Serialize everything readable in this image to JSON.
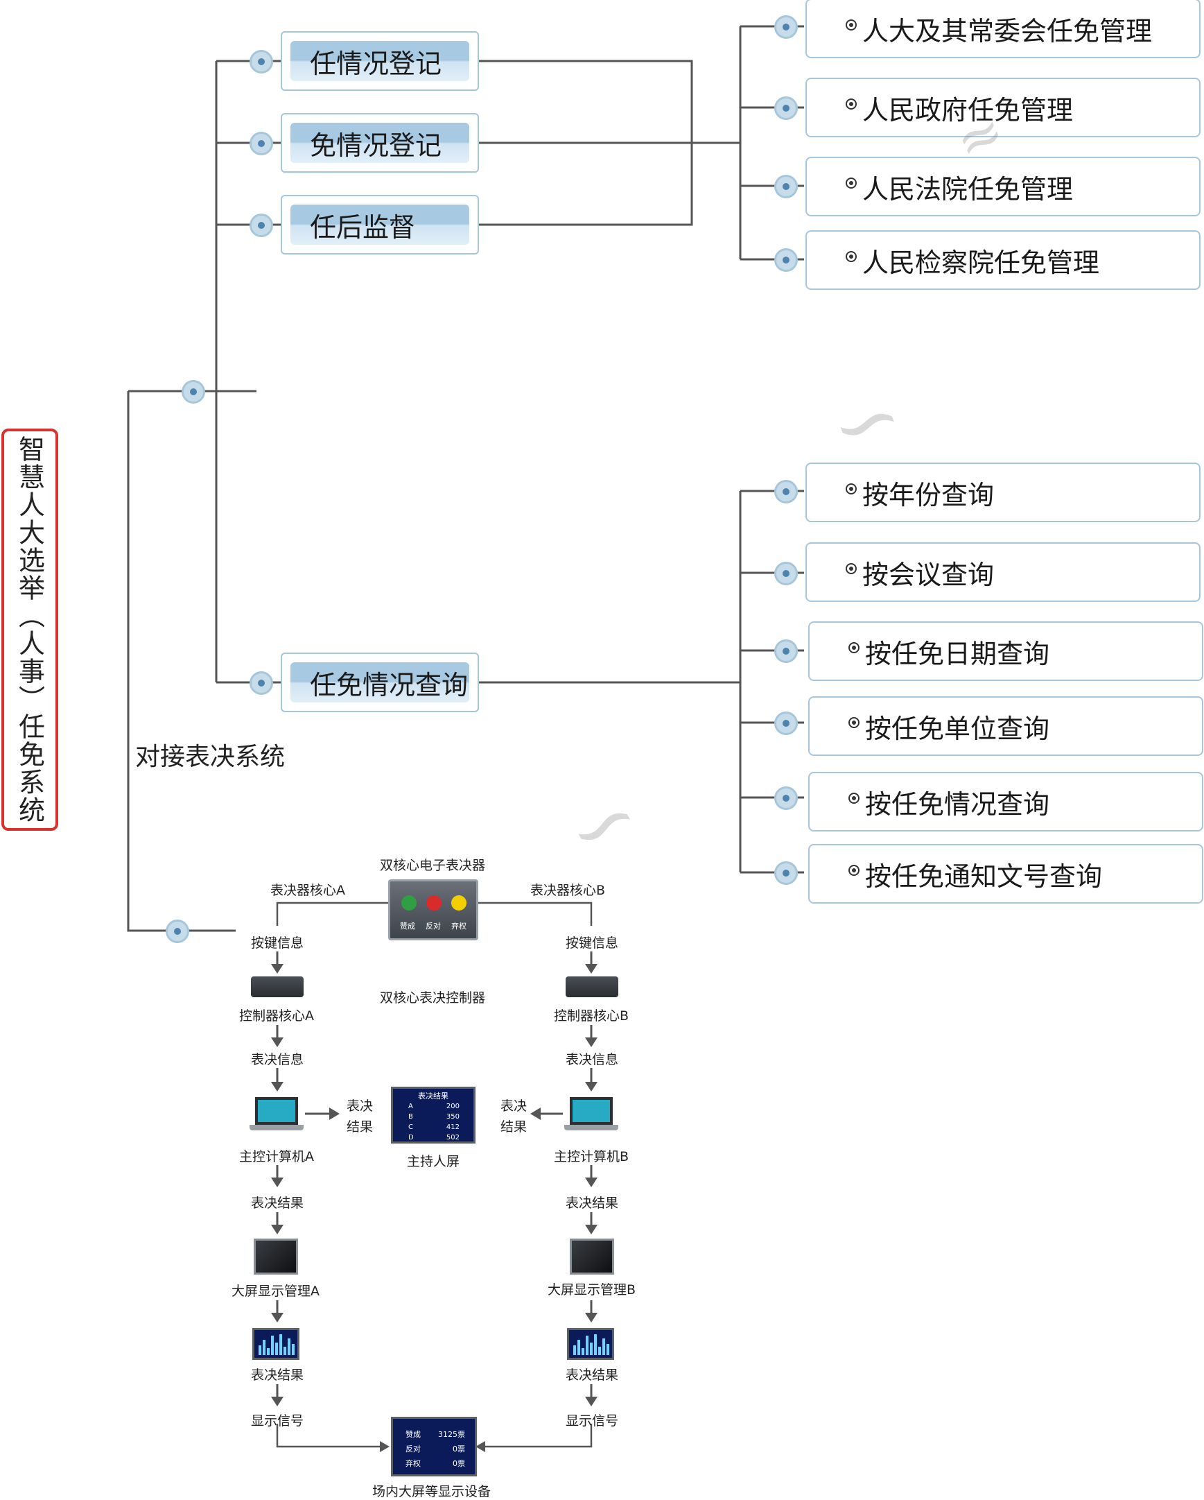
{
  "root": {
    "title": "智慧人大选举（人事）任免系统"
  },
  "branches": {
    "appoint_register": "任情况登记",
    "remove_register": "免情况登记",
    "post_supervision": "任后监督",
    "query": "任免情况查询",
    "voting_link": "对接表决系统"
  },
  "management_items": [
    "人大及其常委会任免管理",
    "人民政府任免管理",
    "人民法院任免管理",
    "人民检察院任免管理"
  ],
  "query_items": [
    "按年份查询",
    "按会议查询",
    "按任免日期查询",
    "按任免单位查询",
    "按任免情况查询",
    "按任免通知文号查询"
  ],
  "voting_diagram": {
    "voter_device": "双核心电子表决器",
    "core_a": "表决器核心A",
    "core_b": "表决器核心B",
    "buttons": [
      "赞成",
      "反对",
      "弃权"
    ],
    "button_colors": [
      "#2ea043",
      "#d92b2b",
      "#f2d000"
    ],
    "key_info": "按键信息",
    "controller_title": "双核心表决控制器",
    "controller_a": "控制器核心A",
    "controller_b": "控制器核心B",
    "vote_info": "表决信息",
    "vote_result_line1": "表决",
    "vote_result_line2": "结果",
    "host_pc_a": "主控计算机A",
    "host_pc_b": "主控计算机B",
    "host_screen": "主持人屏",
    "host_screen_title": "表决结果",
    "host_screen_rows": [
      {
        "k": "A",
        "v": "200"
      },
      {
        "k": "B",
        "v": "350"
      },
      {
        "k": "C",
        "v": "412"
      },
      {
        "k": "D",
        "v": "502"
      }
    ],
    "vote_result": "表决结果",
    "big_screen_a": "大屏显示管理A",
    "big_screen_b": "大屏显示管理B",
    "display_signal": "显示信号",
    "venue_display": "场内大屏等显示设备",
    "venue_rows": [
      {
        "k": "赞成",
        "v": "3125票"
      },
      {
        "k": "反对",
        "v": "0票"
      },
      {
        "k": "弃权",
        "v": "0票"
      }
    ]
  }
}
